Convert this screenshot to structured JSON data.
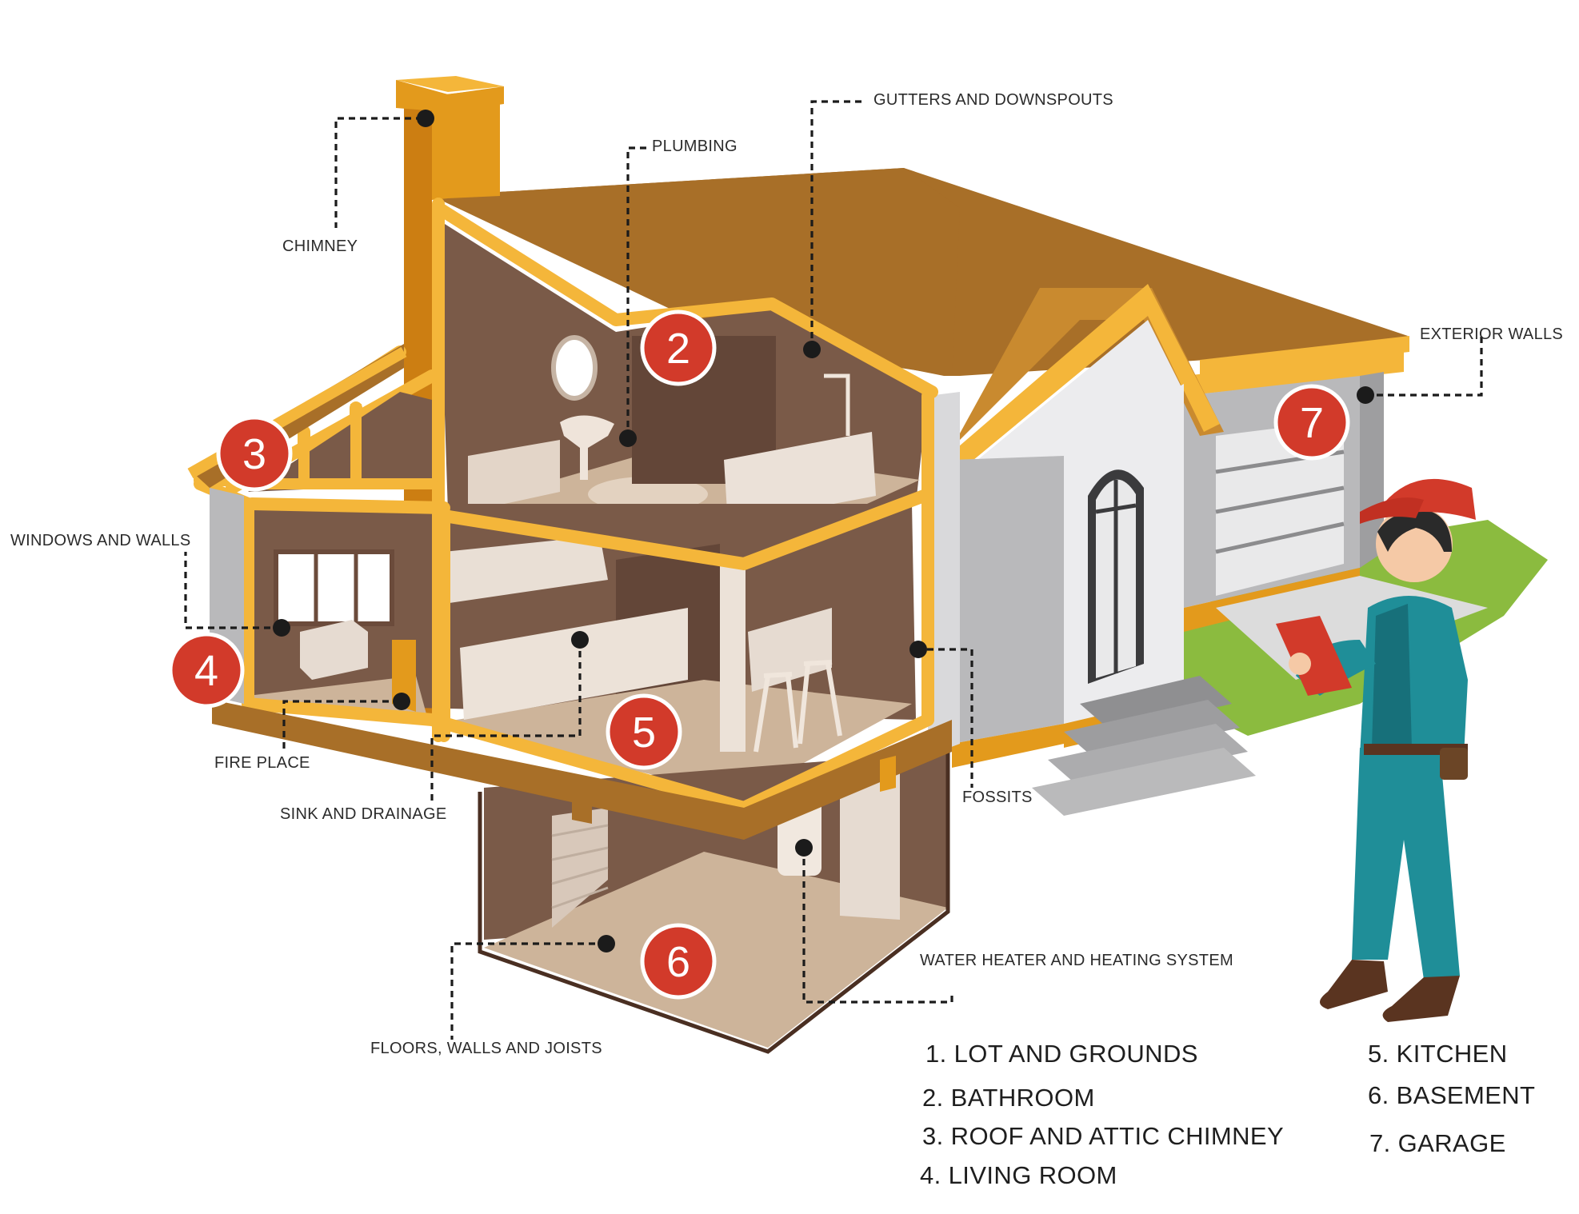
{
  "callouts": {
    "chimney": "CHIMNEY",
    "plumbing": "PLUMBING",
    "gutters": "GUTTERS AND DOWNSPOUTS",
    "exterior_walls": "EXTERIOR WALLS",
    "windows_walls": "WINDOWS AND WALLS",
    "fire_place": "FIRE PLACE",
    "sink_drainage": "SINK AND DRAINAGE",
    "fossits": "FOSSITS",
    "water_heater": "WATER HEATER AND HEATING SYSTEM",
    "floors_joists": "FLOORS, WALLS AND JOISTS"
  },
  "badges": {
    "b2": "2",
    "b3": "3",
    "b4": "4",
    "b5": "5",
    "b6": "6",
    "b7": "7"
  },
  "legend": {
    "left": [
      "1. LOT AND GROUNDS",
      "2. BATHROOM",
      "3. ROOF AND ATTIC CHIMNEY",
      "4. LIVING ROOM"
    ],
    "right": [
      "5. KITCHEN",
      "6. BASEMENT",
      "7. GARAGE"
    ]
  },
  "colors": {
    "roof": "#a86f28",
    "frame": "#f4b63a",
    "chimney": "#e39a1c",
    "interior": "#7a5a48",
    "floor": "#cdb49a",
    "badge": "#d23a2a",
    "wall_grey": "#b9b9bb",
    "worker_teal": "#1f8e98",
    "lawn": "#8bbb3f"
  }
}
